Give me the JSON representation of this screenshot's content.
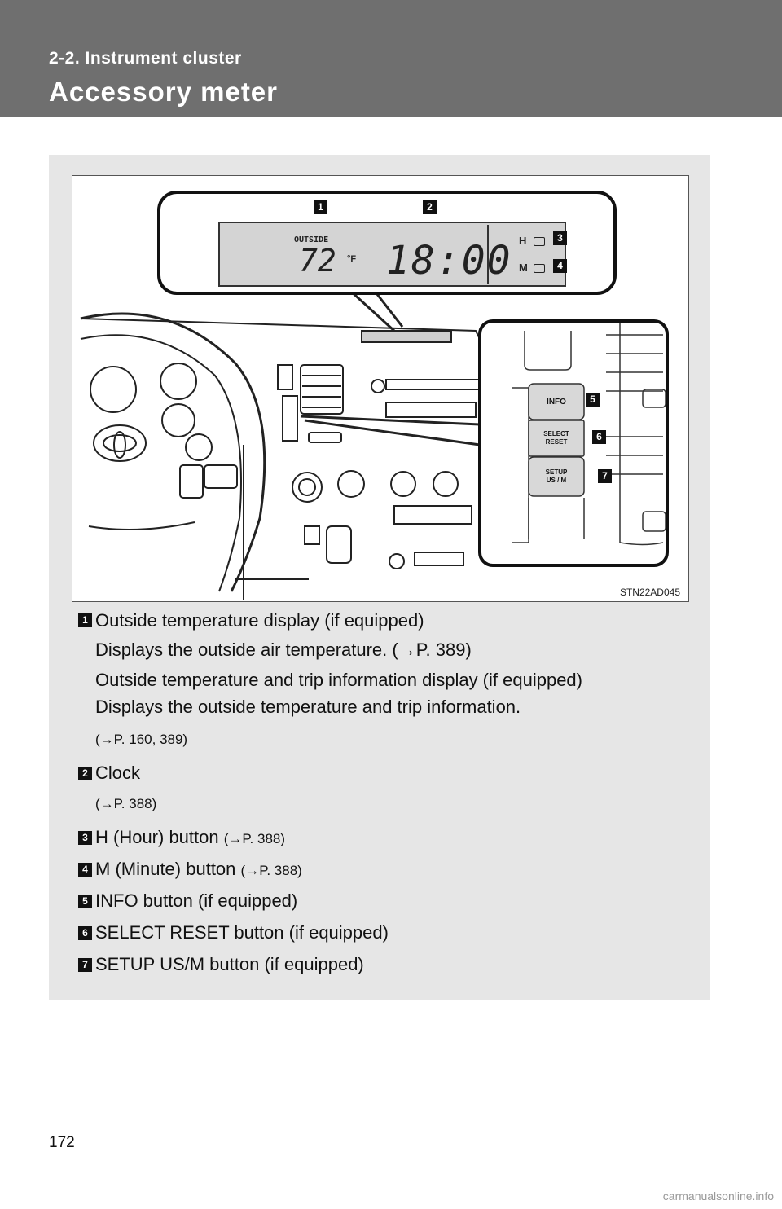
{
  "header": {
    "section": "2-2. Instrument cluster",
    "title": "Accessory meter"
  },
  "figure": {
    "code": "STN22AD045",
    "display": {
      "outside_label": "OUTSIDE",
      "temperature": "72",
      "unit": "°F",
      "clock": "18:00",
      "h_label": "H",
      "m_label": "M"
    },
    "buttons": {
      "info": "INFO",
      "select": "SELECT",
      "reset": "RESET",
      "setup": "SETUP",
      "usm": "US / M"
    },
    "callouts": [
      "1",
      "2",
      "3",
      "4",
      "5",
      "6",
      "7"
    ]
  },
  "items": [
    {
      "num": "1",
      "line1": "Outside temperature display (if equipped)",
      "line2": "Displays the outside air temperature. (→P. 389)",
      "line3": "Outside temperature and trip information display (if equipped)",
      "line4": "Displays the outside temperature and trip information.",
      "ref": "(→P. 160, 389)"
    },
    {
      "num": "2",
      "label": "Clock",
      "ref": "(→P. 388)"
    },
    {
      "num": "3",
      "label": "H (Hour) button",
      "ref": "(→P. 388)"
    },
    {
      "num": "4",
      "label": "M (Minute) button",
      "ref": "(→P. 388)"
    },
    {
      "num": "5",
      "label": "INFO button (if equipped)"
    },
    {
      "num": "6",
      "label": "SELECT RESET button (if equipped)"
    },
    {
      "num": "7",
      "label": "SETUP US/M button (if equipped)"
    }
  ],
  "page_number": "172",
  "watermark": "carmanualsonline.info"
}
